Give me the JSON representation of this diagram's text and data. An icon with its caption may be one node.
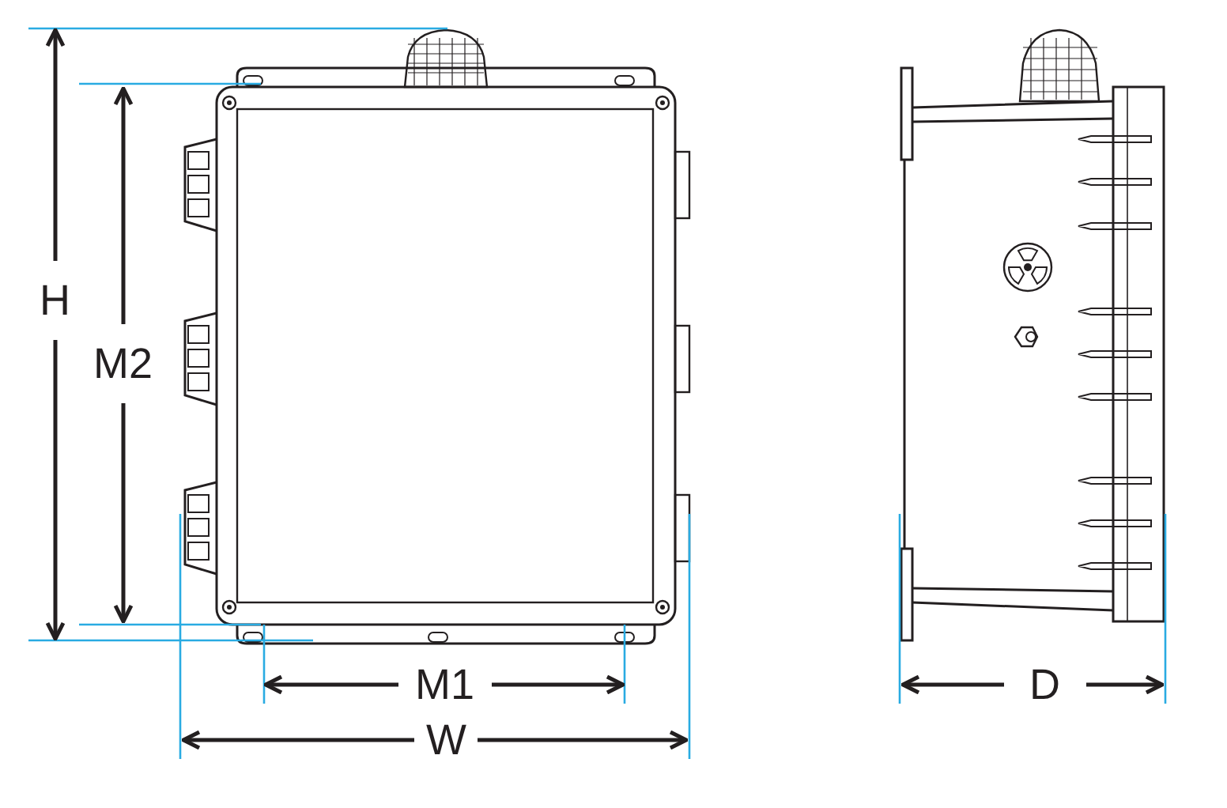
{
  "diagram": {
    "labels": [
      "H",
      "M2",
      "M1",
      "W",
      "D"
    ]
  }
}
